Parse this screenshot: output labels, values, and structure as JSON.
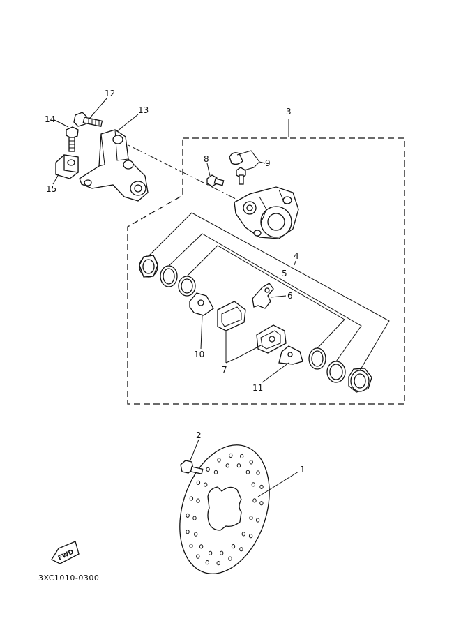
{
  "diagram": {
    "callouts": {
      "c1": "1",
      "c2": "2",
      "c3": "3",
      "c4": "4",
      "c5": "5",
      "c6": "6",
      "c7": "7",
      "c8": "8",
      "c9": "9",
      "c10": "10",
      "c11": "11",
      "c12": "12",
      "c13": "13",
      "c14": "14",
      "c15": "15"
    },
    "fwd_label": "FWD",
    "drawing_code": "3XC1010-0300"
  }
}
